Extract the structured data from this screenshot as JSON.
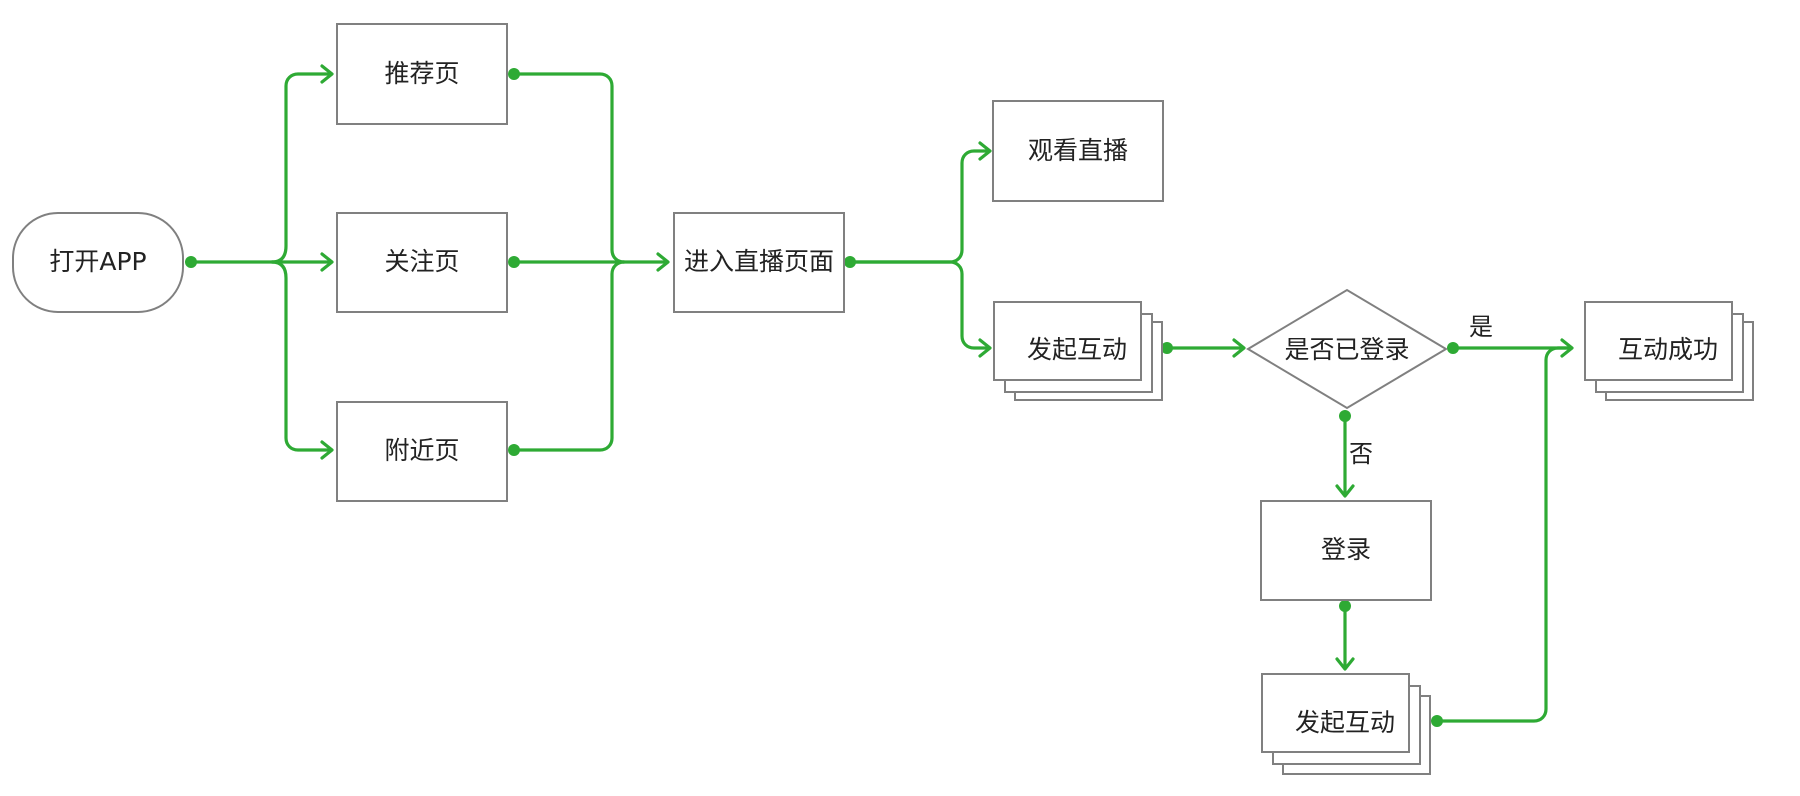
{
  "colors": {
    "edge": "#2eaa34",
    "border": "#808080",
    "text": "#222222"
  },
  "nodes": {
    "open_app": "打开APP",
    "recommend": "推荐页",
    "follow": "关注页",
    "nearby": "附近页",
    "enter_live": "进入直播页面",
    "watch_live": "观看直播",
    "start_interact": "发起互动",
    "is_logged_in": "是否已登录",
    "interact_success": "互动成功",
    "login": "登录",
    "start_interact_2": "发起互动"
  },
  "edge_labels": {
    "yes": "是",
    "no": "否"
  }
}
